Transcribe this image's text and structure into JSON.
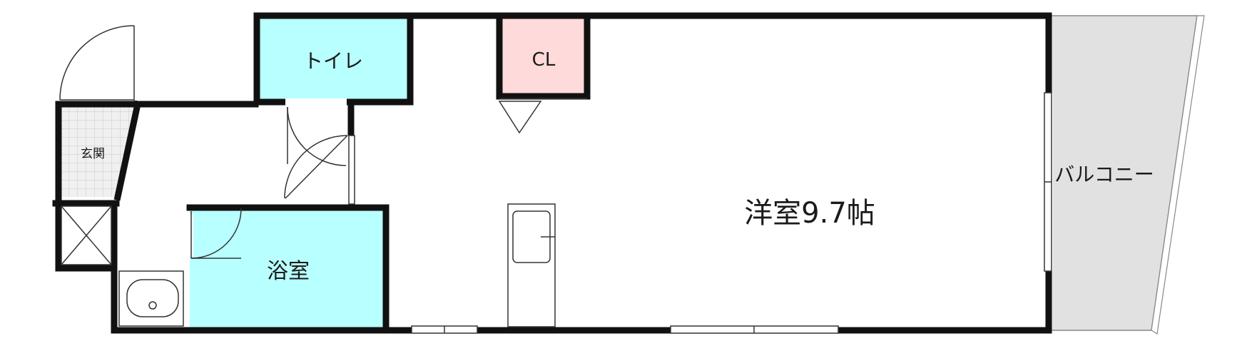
{
  "rooms": {
    "toilet": "トイレ",
    "closet": "CL",
    "entrance": "玄関",
    "bathroom": "浴室",
    "western_room": "洋室9.7帖",
    "balcony": "バルコニー"
  },
  "colors": {
    "toilet_fill": "#b8ffff",
    "bathroom_fill": "#b8ffff",
    "closet_fill": "#ffdada",
    "balcony_fill": "#e1e1e1",
    "entrance_fill": "#f0f0f0",
    "wall": "#111111"
  }
}
